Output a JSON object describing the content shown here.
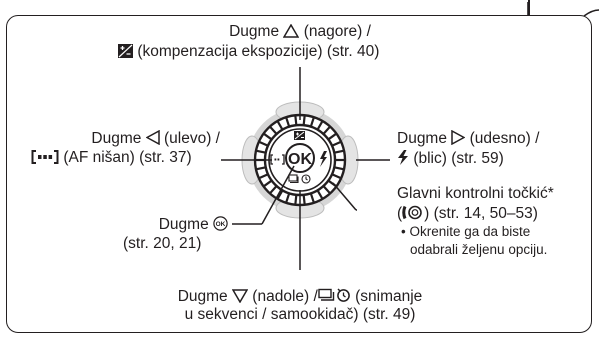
{
  "labels": {
    "up_1_a": "Dugme",
    "up_1_b": "(nagore) /",
    "up_2": "(kompenzacija ekspozicije) (str. 40)",
    "left_1_a": "Dugme",
    "left_1_b": "(ulevo) /",
    "left_2": "(AF nišan) (str. 37)",
    "right_1_a": "Dugme",
    "right_1_b": "(udesno) /",
    "right_2": "(blic) (str. 59)",
    "dial_1": "Glavni kontrolni točkić*",
    "dial_2_a": "(",
    "dial_2_b": ") (str. 14, 50–53)",
    "dial_note_1": "• Okrenite ga da biste",
    "dial_note_2": "odabrali željenu opciju.",
    "ok_1": "Dugme",
    "ok_2": "(str. 20, 21)",
    "down_1_a": "Dugme",
    "down_1_b": "(nadole) /",
    "down_1_c": "(snimanje",
    "down_2": "u sekvenci / samookidač) (str. 49)"
  },
  "icons": {
    "up": "triangle-up-outline-icon",
    "exposure": "exposure-compensation-icon",
    "left": "triangle-left-outline-icon",
    "af_target": "af-target-icon",
    "right": "triangle-right-outline-icon",
    "flash": "flash-icon",
    "dial": "control-dial-icon",
    "ok": "ok-circle-icon",
    "down": "triangle-down-outline-icon",
    "sequential": "sequential-shooting-icon",
    "self_timer": "self-timer-icon"
  },
  "center_button": "OK",
  "colors": {
    "ink": "#231f20",
    "pad": "#d9d9d9"
  }
}
